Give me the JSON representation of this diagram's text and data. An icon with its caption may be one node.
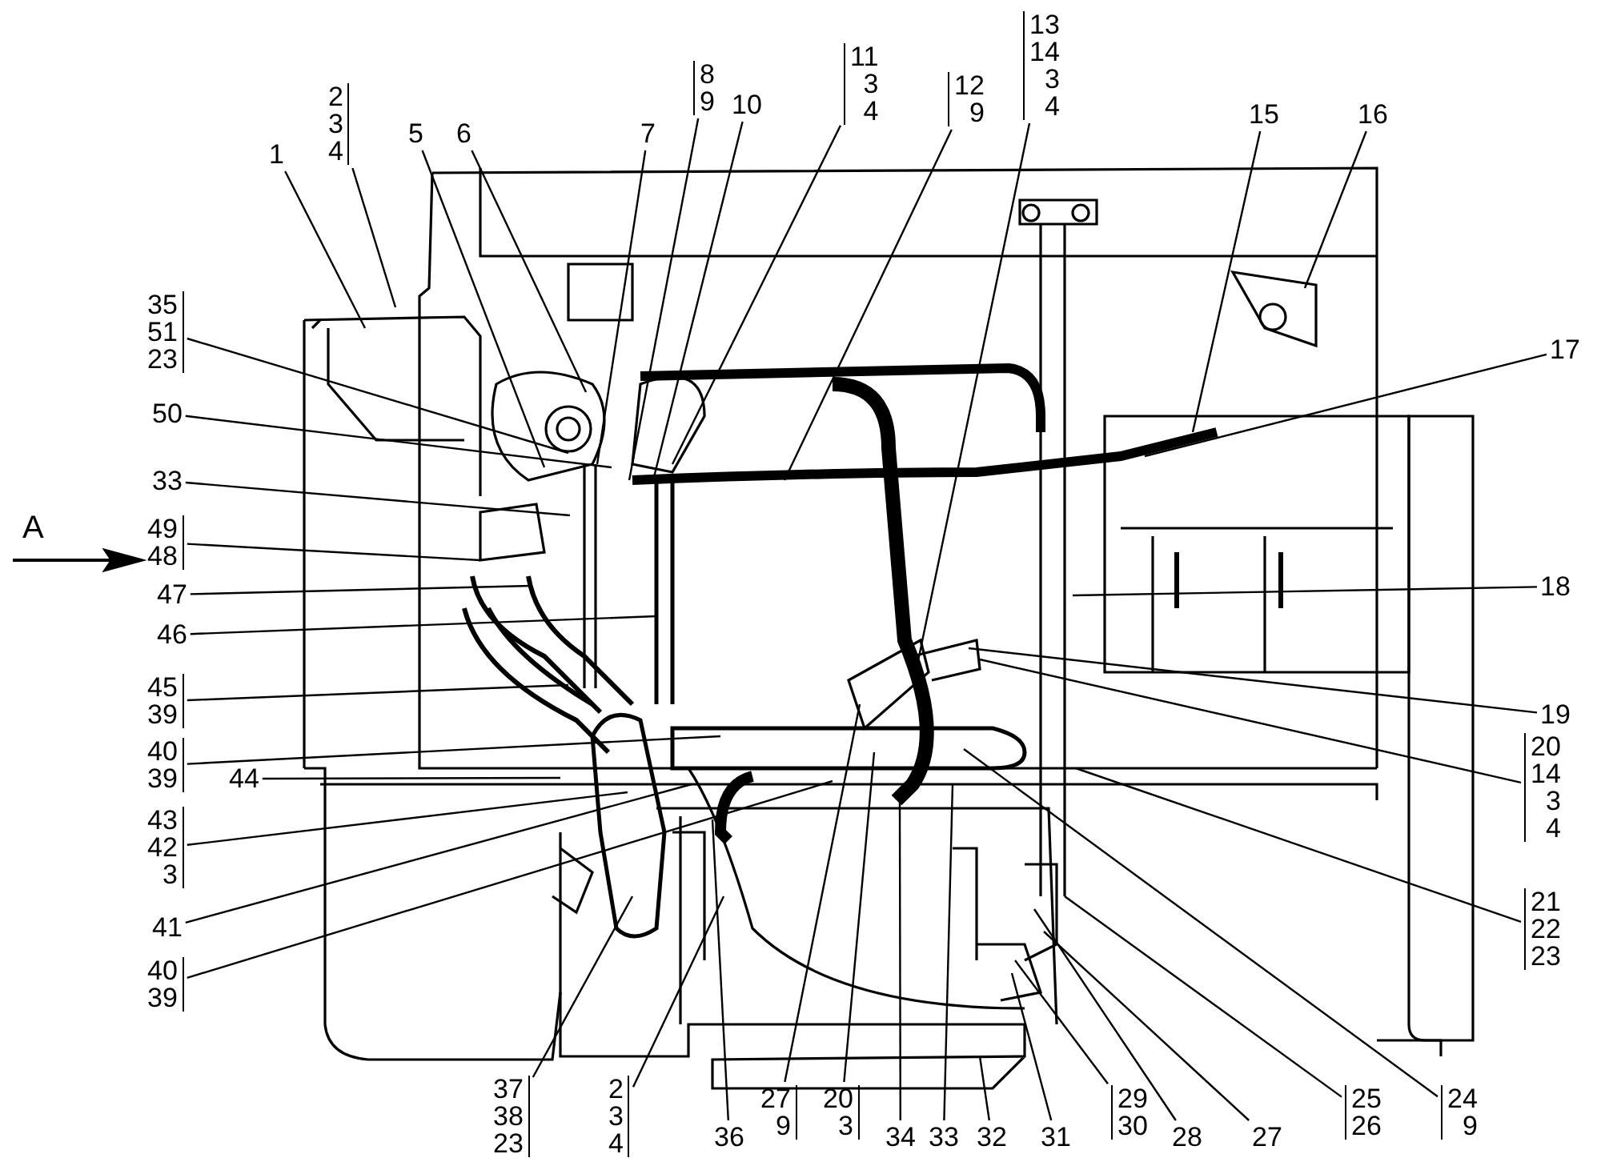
{
  "diagram": {
    "nodes": [
      {
        "text": [
          "1"
        ]
      },
      {
        "text": [
          "2",
          "3",
          "4"
        ]
      },
      {
        "text": [
          "5"
        ]
      },
      {
        "text": [
          "6"
        ]
      },
      {
        "text": [
          "7"
        ]
      },
      {
        "text": [
          "8",
          "9"
        ]
      },
      {
        "text": [
          "10"
        ]
      },
      {
        "text": [
          "11",
          "3",
          "4"
        ]
      },
      {
        "text": [
          "12",
          "9"
        ]
      },
      {
        "text": [
          "13",
          "14",
          "3",
          "4"
        ]
      },
      {
        "text": [
          "15"
        ]
      },
      {
        "text": [
          "16"
        ]
      },
      {
        "text": [
          "17"
        ]
      },
      {
        "text": [
          "18"
        ]
      },
      {
        "text": [
          "19"
        ]
      },
      {
        "text": [
          "20",
          "14",
          "3",
          "4"
        ]
      },
      {
        "text": [
          "21",
          "22",
          "23"
        ]
      },
      {
        "text": [
          "24",
          "9"
        ]
      },
      {
        "text": [
          "25",
          "26"
        ]
      },
      {
        "text": [
          "27"
        ]
      },
      {
        "text": [
          "28"
        ]
      },
      {
        "text": [
          "29",
          "30"
        ]
      },
      {
        "text": [
          "31"
        ]
      },
      {
        "text": [
          "32"
        ]
      },
      {
        "text": [
          "33"
        ]
      },
      {
        "text": [
          "34"
        ]
      },
      {
        "text": [
          "20",
          "3"
        ]
      },
      {
        "text": [
          "27",
          "9"
        ]
      },
      {
        "text": [
          "36"
        ]
      },
      {
        "text": [
          "2",
          "3",
          "4"
        ]
      },
      {
        "text": [
          "37",
          "38",
          "23"
        ]
      },
      {
        "text": [
          "35",
          "51",
          "23"
        ]
      },
      {
        "text": [
          "50"
        ]
      },
      {
        "text": [
          "33"
        ]
      },
      {
        "text": [
          "49",
          "48"
        ]
      },
      {
        "text": [
          "47"
        ]
      },
      {
        "text": [
          "46"
        ]
      },
      {
        "text": [
          "45",
          "39"
        ]
      },
      {
        "text": [
          "40",
          "39"
        ]
      },
      {
        "text": [
          "44"
        ]
      },
      {
        "text": [
          "43",
          "42",
          "3"
        ]
      },
      {
        "text": [
          "41"
        ]
      },
      {
        "text": [
          "40",
          "39"
        ]
      }
    ],
    "edges": [
      {
        "from": 0,
        "to": null,
        "arrow": "none"
      },
      {
        "from": 1,
        "to": null,
        "arrow": "none"
      },
      {
        "from": 2,
        "to": null,
        "arrow": "none"
      },
      {
        "from": 3,
        "to": null,
        "arrow": "none"
      },
      {
        "from": 4,
        "to": null,
        "arrow": "none"
      },
      {
        "from": 5,
        "to": null,
        "arrow": "none"
      },
      {
        "from": 6,
        "to": null,
        "arrow": "none"
      },
      {
        "from": 7,
        "to": null,
        "arrow": "none"
      },
      {
        "from": 8,
        "to": null,
        "arrow": "none"
      },
      {
        "from": 9,
        "to": null,
        "arrow": "none"
      },
      {
        "from": 10,
        "to": null,
        "arrow": "none"
      },
      {
        "from": 11,
        "to": null,
        "arrow": "none"
      },
      {
        "from": 12,
        "to": null,
        "arrow": "none"
      },
      {
        "from": 13,
        "to": null,
        "arrow": "none"
      },
      {
        "from": 14,
        "to": null,
        "arrow": "none"
      },
      {
        "from": 15,
        "to": null,
        "arrow": "none"
      },
      {
        "from": 16,
        "to": null,
        "arrow": "none"
      },
      {
        "from": 17,
        "to": null,
        "arrow": "none"
      },
      {
        "from": 18,
        "to": null,
        "arrow": "none"
      },
      {
        "from": 19,
        "to": null,
        "arrow": "none"
      },
      {
        "from": 20,
        "to": null,
        "arrow": "none"
      },
      {
        "from": 21,
        "to": null,
        "arrow": "none"
      },
      {
        "from": 22,
        "to": null,
        "arrow": "none"
      },
      {
        "from": 23,
        "to": null,
        "arrow": "none"
      },
      {
        "from": 24,
        "to": null,
        "arrow": "none"
      },
      {
        "from": 25,
        "to": null,
        "arrow": "none"
      },
      {
        "from": 26,
        "to": null,
        "arrow": "none"
      },
      {
        "from": 27,
        "to": null,
        "arrow": "none"
      },
      {
        "from": 28,
        "to": null,
        "arrow": "none"
      },
      {
        "from": 29,
        "to": null,
        "arrow": "none"
      },
      {
        "from": 30,
        "to": null,
        "arrow": "none"
      },
      {
        "from": 31,
        "to": null,
        "arrow": "none"
      },
      {
        "from": 32,
        "to": null,
        "arrow": "none"
      },
      {
        "from": 33,
        "to": null,
        "arrow": "none"
      },
      {
        "from": 34,
        "to": null,
        "arrow": "none"
      },
      {
        "from": 35,
        "to": null,
        "arrow": "none"
      },
      {
        "from": 36,
        "to": null,
        "arrow": "none"
      },
      {
        "from": 37,
        "to": null,
        "arrow": "none"
      },
      {
        "from": 38,
        "to": null,
        "arrow": "none"
      },
      {
        "from": 39,
        "to": null,
        "arrow": "none"
      },
      {
        "from": 40,
        "to": null,
        "arrow": "none"
      },
      {
        "from": 41,
        "to": null,
        "arrow": "none"
      },
      {
        "from": 42,
        "to": null,
        "arrow": "none"
      }
    ],
    "labels": [
      "A"
    ]
  }
}
